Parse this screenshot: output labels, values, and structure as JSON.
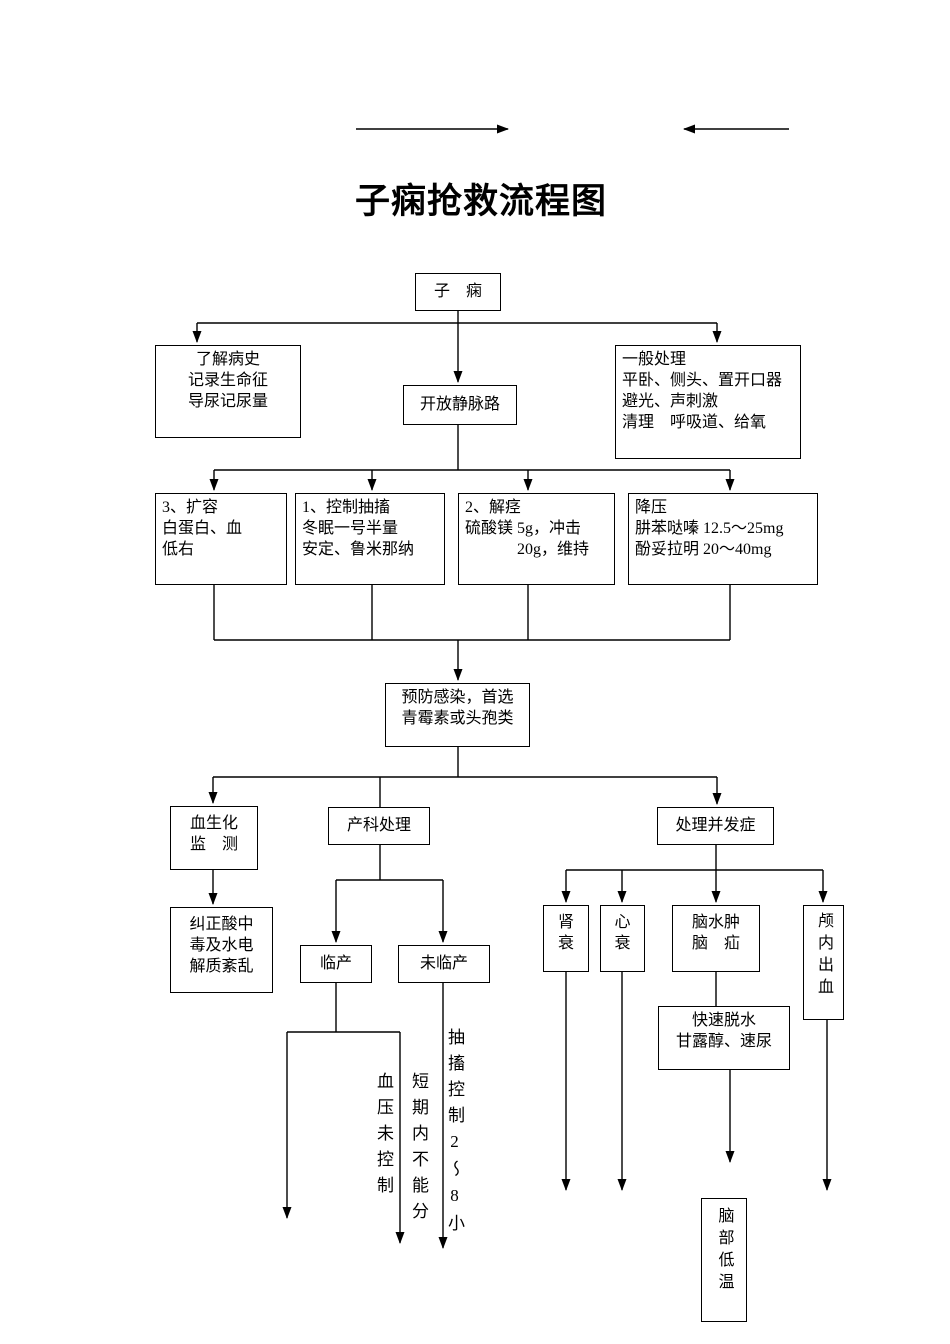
{
  "title": "子痫抢救流程图",
  "colors": {
    "line": "#000000",
    "background": "#ffffff",
    "text": "#000000"
  },
  "nodes": {
    "eclampsia": {
      "label": "子　痫"
    },
    "history": {
      "line1": "了解病史",
      "line2": "记录生命征",
      "line3": "导尿记尿量"
    },
    "open_vein": {
      "label": "开放静脉路"
    },
    "general_care": {
      "line1": "一般处理",
      "line2": "平卧、侧头、置开口器",
      "line3": "避光、声刺激",
      "line4": "清理　呼吸道、给氧"
    },
    "volume_expansion": {
      "line1": "3、扩容",
      "line2": "白蛋白、血",
      "line3": "低右"
    },
    "control_convulsion": {
      "line1": "1、控制抽搐",
      "line2": "冬眠一号半量",
      "line3": "安定、鲁米那纳"
    },
    "antispasmodic": {
      "line1": "2、解痉",
      "line2": "硫酸镁 5g，冲击",
      "line3": "20g，维持"
    },
    "lower_bp": {
      "line1": "降压",
      "line2": "肼苯哒嗪 12.5～25mg",
      "line3": "酚妥拉明 20～40mg"
    },
    "prevent_infection": {
      "line1": "预防感染，首选",
      "line2": "青霉素或头孢类"
    },
    "blood_biochem": {
      "line1": "血生化",
      "line2": "监　测"
    },
    "obstetric": {
      "label": "产科处理"
    },
    "complications": {
      "label": "处理并发症"
    },
    "acidosis": {
      "line1": "纠正酸中",
      "line2": "毒及水电",
      "line3": "解质紊乱"
    },
    "in_labor": {
      "label": "临产"
    },
    "not_in_labor": {
      "label": "未临产"
    },
    "kidney_failure": {
      "line1": "肾",
      "line2": "衰"
    },
    "heart_failure": {
      "line1": "心",
      "line2": "衰"
    },
    "brain_edema": {
      "line1": "脑水肿",
      "line2": "脑　疝"
    },
    "intracranial_bleed": {
      "label": "颅内出血"
    },
    "rapid_dehydration": {
      "line1": "快速脱水",
      "line2": "甘露醇、速尿"
    },
    "brain_cooling": {
      "label": "脑部低温"
    }
  },
  "edge_labels": {
    "bp_uncontrolled": "血压未控制",
    "cannot_deliver_soon": "短期内不能分",
    "convulsion_controlled": "抽搐控制2～8小"
  }
}
